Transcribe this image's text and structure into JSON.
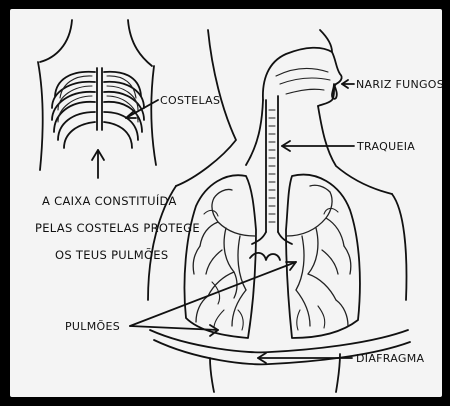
{
  "labels": {
    "costelas": "COSTELAS",
    "nariz": "NARIZ FUNGOSO",
    "traqueia": "TRAQUEIA",
    "pulmoes": "PULMÕES",
    "diafragma": "DIAFRAGMA"
  },
  "caption": {
    "line1": "A CAIXA CONSTITUÍDA",
    "line2": "PELAS COSTELAS PROTEGE",
    "line3": "OS TEUS PULMÕES"
  }
}
